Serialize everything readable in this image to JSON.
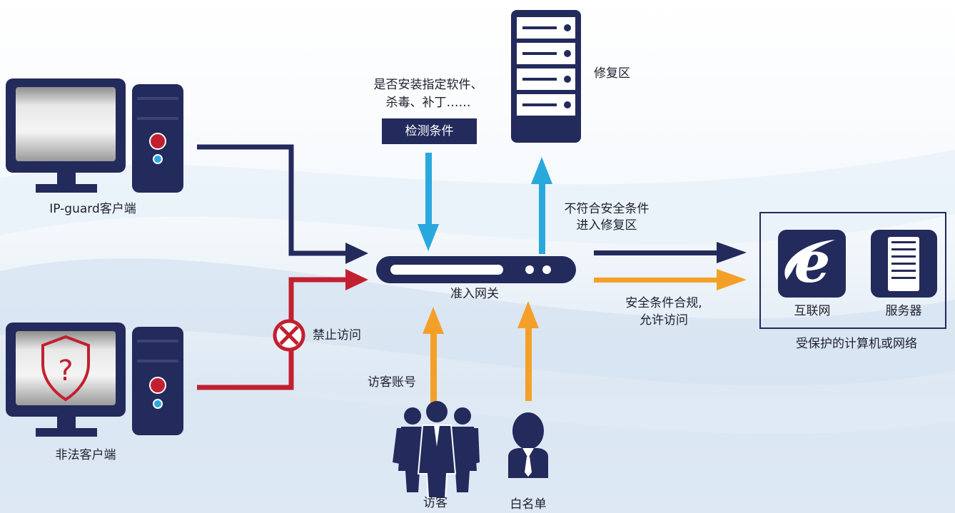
{
  "colors": {
    "navy": "#232a5c",
    "red": "#c22030",
    "light_blue": "#29a8de",
    "orange": "#f4a028",
    "text": "#1f1f2e"
  },
  "clients": {
    "ipguard_label": "IP-guard客户端",
    "illegal_label": "非法客户端"
  },
  "detection": {
    "question_line1": "是否安装指定软件、",
    "question_line2": "杀毒、补丁……",
    "box_label": "检测条件"
  },
  "repair": {
    "label": "修复区",
    "flow_line1": "不符合安全条件",
    "flow_line2": "进入修复区"
  },
  "gateway": {
    "label": "准入网关"
  },
  "block": {
    "label": "禁止访问"
  },
  "guest": {
    "account_label": "访客账号",
    "label": "访客"
  },
  "whitelist": {
    "label": "白名单"
  },
  "compliant": {
    "line1": "安全条件合规,",
    "line2": "允许访问"
  },
  "protected": {
    "internet_label": "互联网",
    "server_label": "服务器",
    "caption": "受保护的计算机或网络"
  }
}
